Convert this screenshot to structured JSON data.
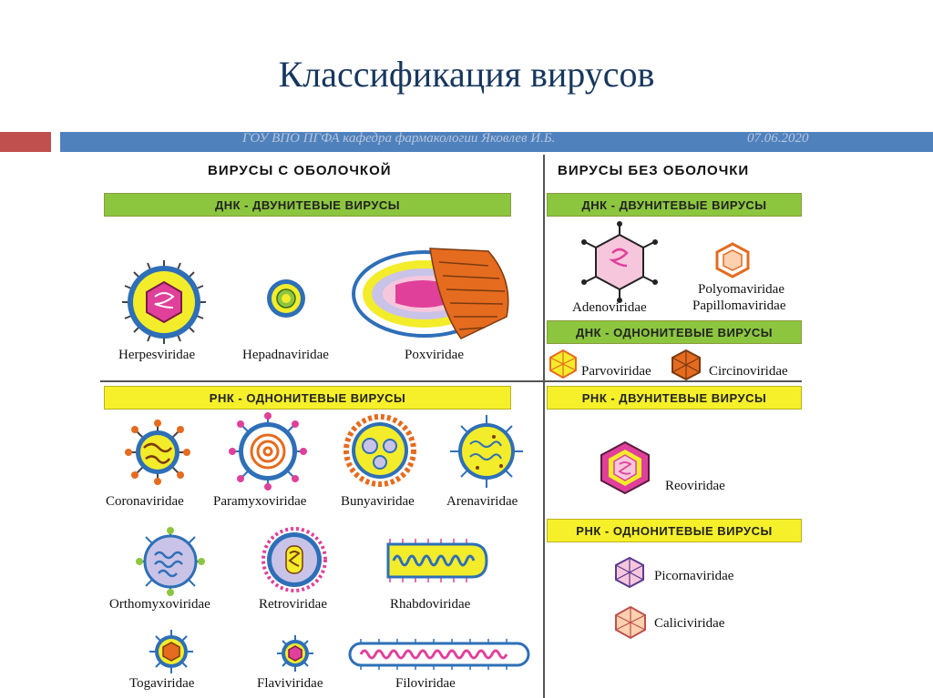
{
  "slide": {
    "title": "Классификация вирусов",
    "footer_author": "ГОУ ВПО ПГФА кафедра фармакологии Яковлев И.Б.",
    "footer_date": "07.06.2020"
  },
  "colors": {
    "red_bar": "#c0504d",
    "blue_bar": "#4f81bd",
    "green_band": "#8cc63f",
    "yellow_band": "#f5f02a",
    "title": "#17375e"
  },
  "left": {
    "header": "ВИРУСЫ С ОБОЛОЧКОЙ",
    "dna_ds_band": "ДНК - ДВУНИТЕВЫЕ ВИРУСЫ",
    "rna_ss_band": "РНК - ОДНОНИТЕВЫЕ ВИРУСЫ",
    "dna_viruses": [
      "Herpesviridae",
      "Hepadnaviridae",
      "Poxviridae"
    ],
    "rna_row1": [
      "Coronaviridae",
      "Paramyxoviridae",
      "Bunyaviridae",
      "Arenaviridae"
    ],
    "rna_row2": [
      "Orthomyxoviridae",
      "Retroviridae",
      "Rhabdoviridae"
    ],
    "rna_row3": [
      "Togaviridae",
      "Flaviviridae",
      "Filoviridae"
    ]
  },
  "right": {
    "header": "ВИРУСЫ БЕЗ ОБОЛОЧКИ",
    "dna_ds_band": "ДНК - ДВУНИТЕВЫЕ ВИРУСЫ",
    "dna_ss_band": "ДНК - ОДНОНИТЕВЫЕ ВИРУСЫ",
    "rna_ds_band": "РНК - ДВУНИТЕВЫЕ ВИРУСЫ",
    "rna_ss_band": "РНК - ОДНОНИТЕВЫЕ ВИРУСЫ",
    "adeno": "Adenoviridae",
    "polyoma": "Polyomaviridae",
    "papilloma": "Papillomaviridae",
    "parvo": "Parvoviridae",
    "circino": "Circinoviridae",
    "reo": "Reoviridae",
    "picorna": "Picornaviridae",
    "calici": "Caliciviridae"
  }
}
